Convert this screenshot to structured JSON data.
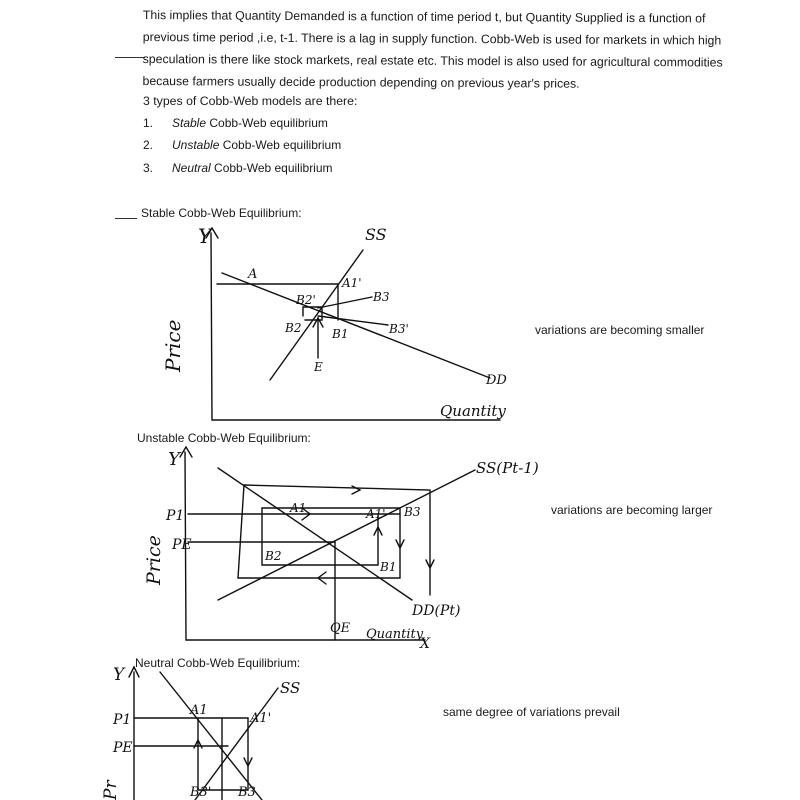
{
  "paragraph": {
    "lines": [
      "This implies that Quantity Demanded is a function of time period t, but Quantity Supplied is a function of",
      "previous time period ,i.e, t-1. There is a lag in supply function. Cobb-Web is used for markets in which high",
      "speculation is there like stock markets, real estate etc. This model is also used for agricultural commodities",
      "because farmers usually decide production depending on previous year's prices."
    ]
  },
  "intro": "3 types of Cobb-Web models are there:",
  "list": [
    {
      "num": "1.",
      "emph": "Stable",
      "rest": " Cobb-Web equilibrium"
    },
    {
      "num": "2.",
      "emph": "Unstable",
      "rest": " Cobb-Web equilibrium"
    },
    {
      "num": "3.",
      "emph": "Neutral",
      "rest": " Cobb-Web equilibrium"
    }
  ],
  "sections": {
    "stable": {
      "heading": "Stable Cobb-Web Equilibrium:",
      "note": "variations are becoming smaller",
      "labels": {
        "y": "Y",
        "ss": "SS",
        "dd": "DD",
        "price": "Price",
        "quantity": "Quantity",
        "a": "A",
        "a1": "A1'",
        "b2p": "B2'",
        "b3": "B3",
        "b3p": "B3'",
        "b2": "B2",
        "b1": "B1",
        "e": "E"
      }
    },
    "unstable": {
      "heading": "Unstable Cobb-Web Equilibrium:",
      "note": "variations are becoming larger",
      "labels": {
        "y": "Y",
        "ss": "SS(Pt-1)",
        "dd": "DD(Pt)",
        "price": "Price",
        "quantity": "Quantity",
        "x": "X",
        "p1": "P1",
        "pe": "PE",
        "qe": "QE",
        "a1": "A1",
        "a1p": "A1'",
        "b3": "B3",
        "b2": "B2",
        "b1": "B1"
      }
    },
    "neutral": {
      "heading": "Neutral Cobb-Web Equilibrium:",
      "note": "same degree of variations prevail",
      "labels": {
        "y": "Y",
        "ss": "SS",
        "p1": "P1",
        "pe": "PE",
        "price": "Pr",
        "a1": "A1",
        "a1p": "A1'",
        "b3p": "B3'",
        "b3": "B3"
      }
    }
  },
  "colors": {
    "ink": "#111111",
    "text": "#1a1a1a",
    "background": "#ffffff"
  }
}
